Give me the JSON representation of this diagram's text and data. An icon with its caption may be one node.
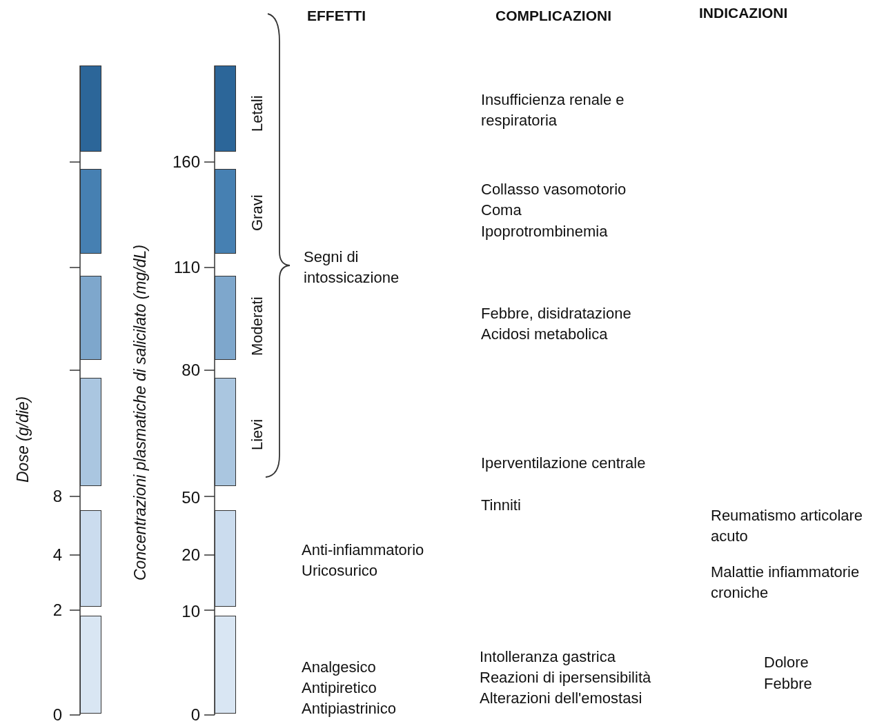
{
  "diagram": {
    "nodes": [
      {
        "text": [],
        "shape": "bar"
      },
      {
        "text": [],
        "shape": "bar"
      },
      {
        "text": [],
        "shape": "bar"
      },
      {
        "text": [],
        "shape": "bar"
      },
      {
        "text": [],
        "shape": "bar"
      },
      {
        "text": [],
        "shape": "bar"
      },
      {
        "text": [],
        "shape": "bar"
      },
      {
        "text": [],
        "shape": "bar"
      },
      {
        "text": [],
        "shape": "bar"
      },
      {
        "text": [],
        "shape": "bar"
      },
      {
        "text": [],
        "shape": "bar"
      },
      {
        "text": [],
        "shape": "bar"
      }
    ],
    "labels": [
      "EFFETTI",
      "COMPLICAZIONI",
      "INDICAZIONI",
      "Letali",
      "Insufficienza renale e respiratoria",
      "160",
      "Gravi",
      "Collasso vasomotorio",
      "Coma",
      "Ipoprotrombinemia",
      "110",
      "Segni di intossicazione",
      "Moderati",
      "Febbre, disidratazione",
      "Acidosi metabolica",
      "80",
      "Lievi",
      "Iperventilazione centrale",
      "Dose (g/die)",
      "Concentrazioni plasmatiche di salicilato (mg/dL)",
      "8",
      "50",
      "Tinniti",
      "Reumatismo articolare acuto",
      "4",
      "20",
      "Anti-infiammatorio",
      "Uricosurico",
      "Malattie infiammatorie croniche",
      "2",
      "10",
      "Intolleranza gastrica",
      "Dolore",
      "Analgesico",
      "Reazioni di ipersensibilità",
      "Febbre",
      "Antipiretico",
      "0",
      "0",
      "Antipiastrinico",
      "Alterazioni dell'emostasi"
    ]
  }
}
